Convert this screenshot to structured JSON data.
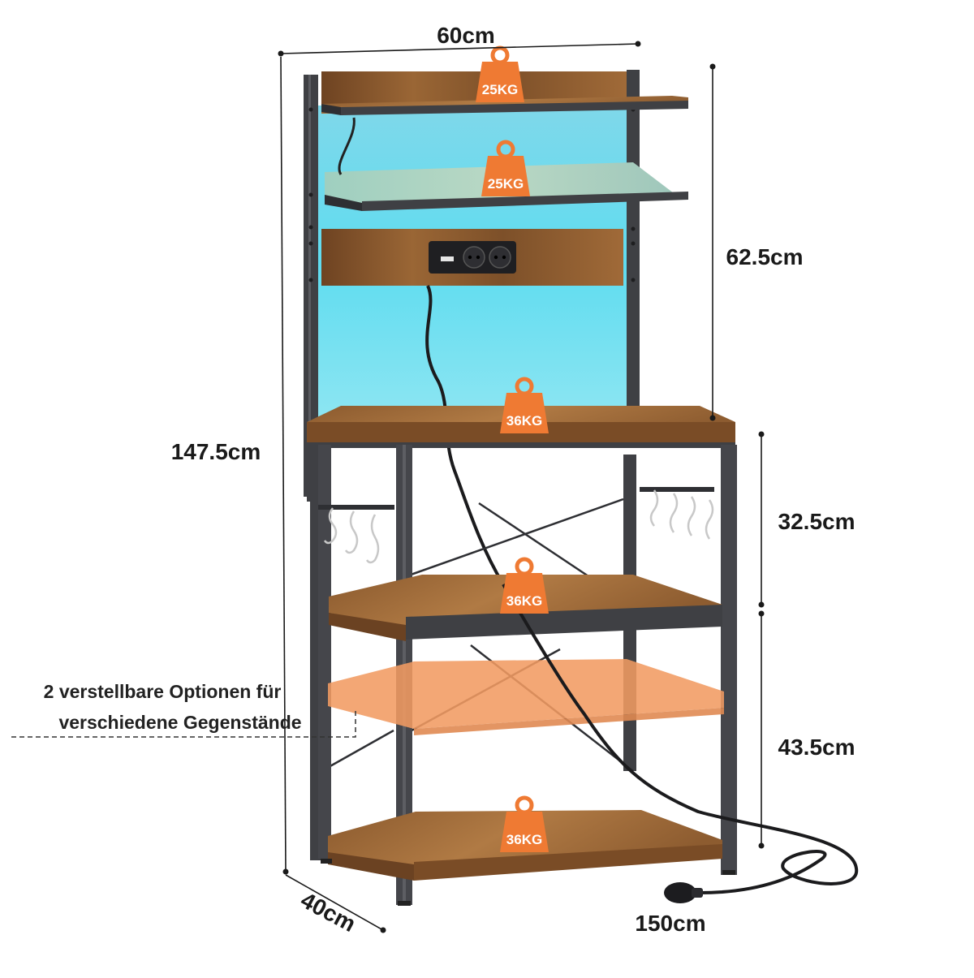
{
  "dimensions": {
    "width": "60cm",
    "total_height": "147.5cm",
    "hutch_height": "62.5cm",
    "upper_compartment_height": "32.5cm",
    "lower_compartment_height": "43.5cm",
    "depth": "40cm",
    "cable_length": "150cm"
  },
  "load_capacities": {
    "top_shelf": "25KG",
    "second_shelf": "25KG",
    "tabletop": "36KG",
    "middle_shelf": "36KG",
    "bottom_shelf": "36KG"
  },
  "adjustable_note": {
    "line1": "2 verstellbare Optionen für",
    "line2": "verschiedene Gegenstände"
  },
  "colors": {
    "frame": "#3f4044",
    "wood": "#8a5a30",
    "wood_dark": "#6b4222",
    "led_glow": "#6fe0ec",
    "badge_orange": "#ef7a33",
    "adjustable_panel": "#f19b62"
  }
}
